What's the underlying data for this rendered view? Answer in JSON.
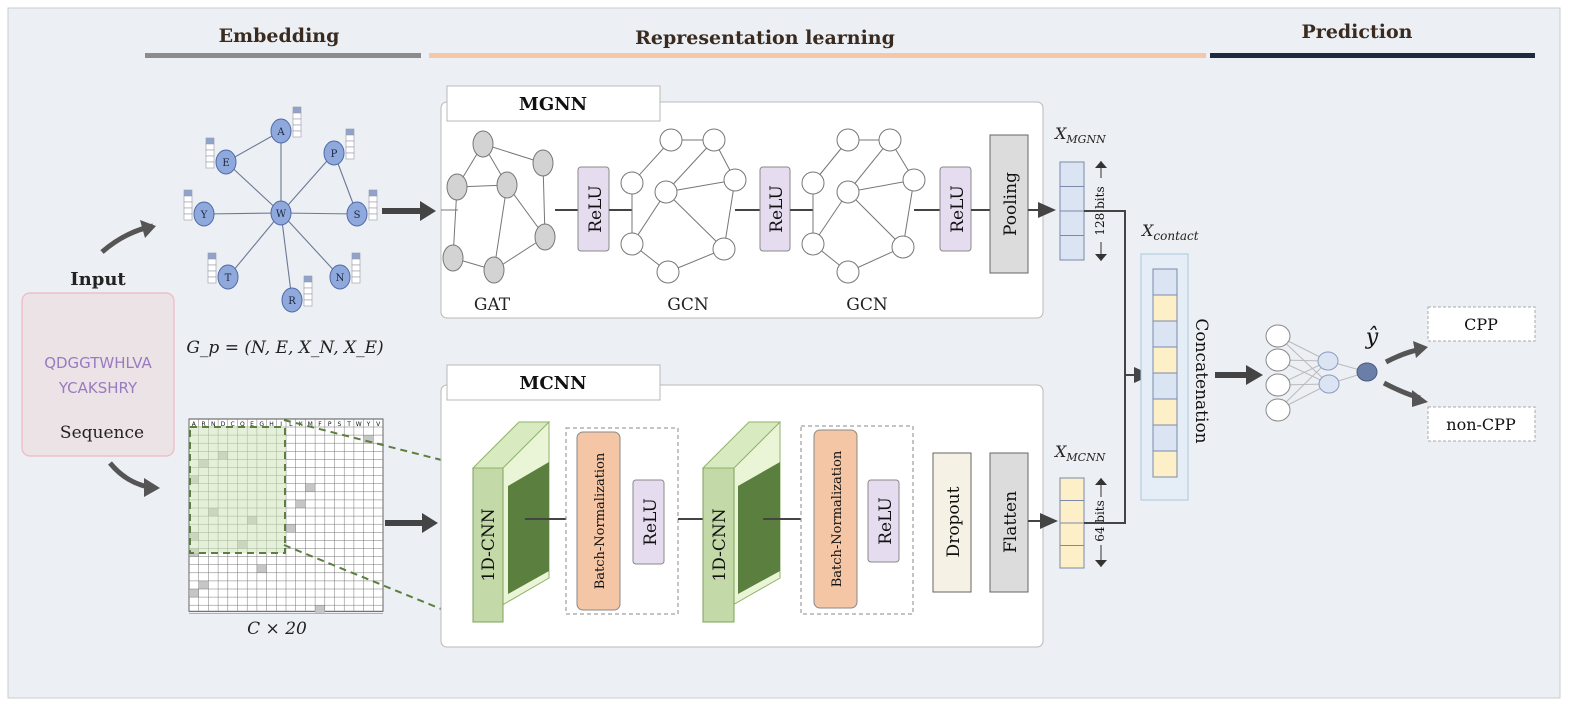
{
  "sections": {
    "embedding": "Embedding",
    "representation": "Representation learning",
    "prediction": "Prediction"
  },
  "input": {
    "label": "Input",
    "sequence_line1": "QDGGTWHLVA",
    "sequence_line2": "YCAKSHRY",
    "sequence_label": "Sequence"
  },
  "graph": {
    "nodes": [
      "A",
      "P",
      "E",
      "Y",
      "W",
      "S",
      "T",
      "R",
      "N"
    ],
    "formula": "G_p = (N, E, X_N, X_E)"
  },
  "matrix": {
    "header": [
      "A",
      "R",
      "N",
      "D",
      "C",
      "Q",
      "E",
      "G",
      "H",
      "I",
      "L",
      "K",
      "M",
      "F",
      "P",
      "S",
      "T",
      "W",
      "Y",
      "V"
    ],
    "size_label": "C × 20"
  },
  "mgnn": {
    "title": "MGNN",
    "gat": "GAT",
    "gcn1": "GCN",
    "gcn2": "GCN",
    "relu": "ReLU",
    "pooling": "Pooling",
    "x_label": "X",
    "x_sub": "MGNN",
    "bits": "128 bits"
  },
  "mcnn": {
    "title": "MCNN",
    "cnn": "1D-CNN",
    "batchnorm": "Batch-Normalization",
    "relu": "ReLU",
    "dropout": "Dropout",
    "flatten": "Flatten",
    "x_label": "X",
    "x_sub": "MCNN",
    "bits": "64 bits"
  },
  "concat": {
    "x_label": "X",
    "x_sub": "contact",
    "label": "Concatenation"
  },
  "output": {
    "y_hat": "ŷ",
    "cpp": "CPP",
    "non_cpp": "non-CPP"
  },
  "colors": {
    "background": "#eceff3",
    "embedding_bar": "#8c8c8c",
    "representation_bar": "#f6c6a8",
    "prediction_bar": "#1d2b3f",
    "node_fill": "#8fa9dc",
    "relu_fill": "#e6dcef",
    "batchnorm_fill": "#f5c6a5",
    "cnn_fill": "#c3d9a8",
    "cnn_dark": "#5b7f3f",
    "mgnn_vec": "#dbe4f3",
    "mcnn_vec": "#fdf0c8",
    "sequence_text": "#9a7ac0"
  }
}
